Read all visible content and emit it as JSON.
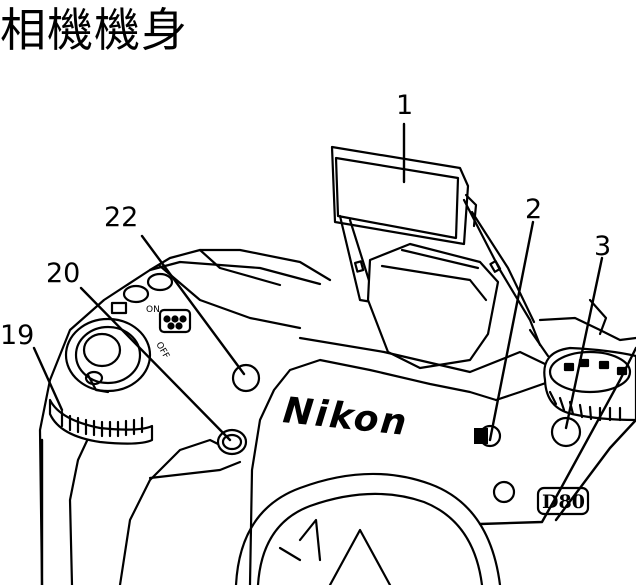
{
  "page": {
    "title": "相機機身"
  },
  "camera": {
    "brand": "Nikon",
    "model": "D80"
  },
  "callouts": {
    "c1": "1",
    "c2": "2",
    "c3": "3",
    "c19": "19",
    "c20": "20",
    "c22": "22"
  },
  "dial_labels": {
    "off": "OFF",
    "on": "ON"
  }
}
